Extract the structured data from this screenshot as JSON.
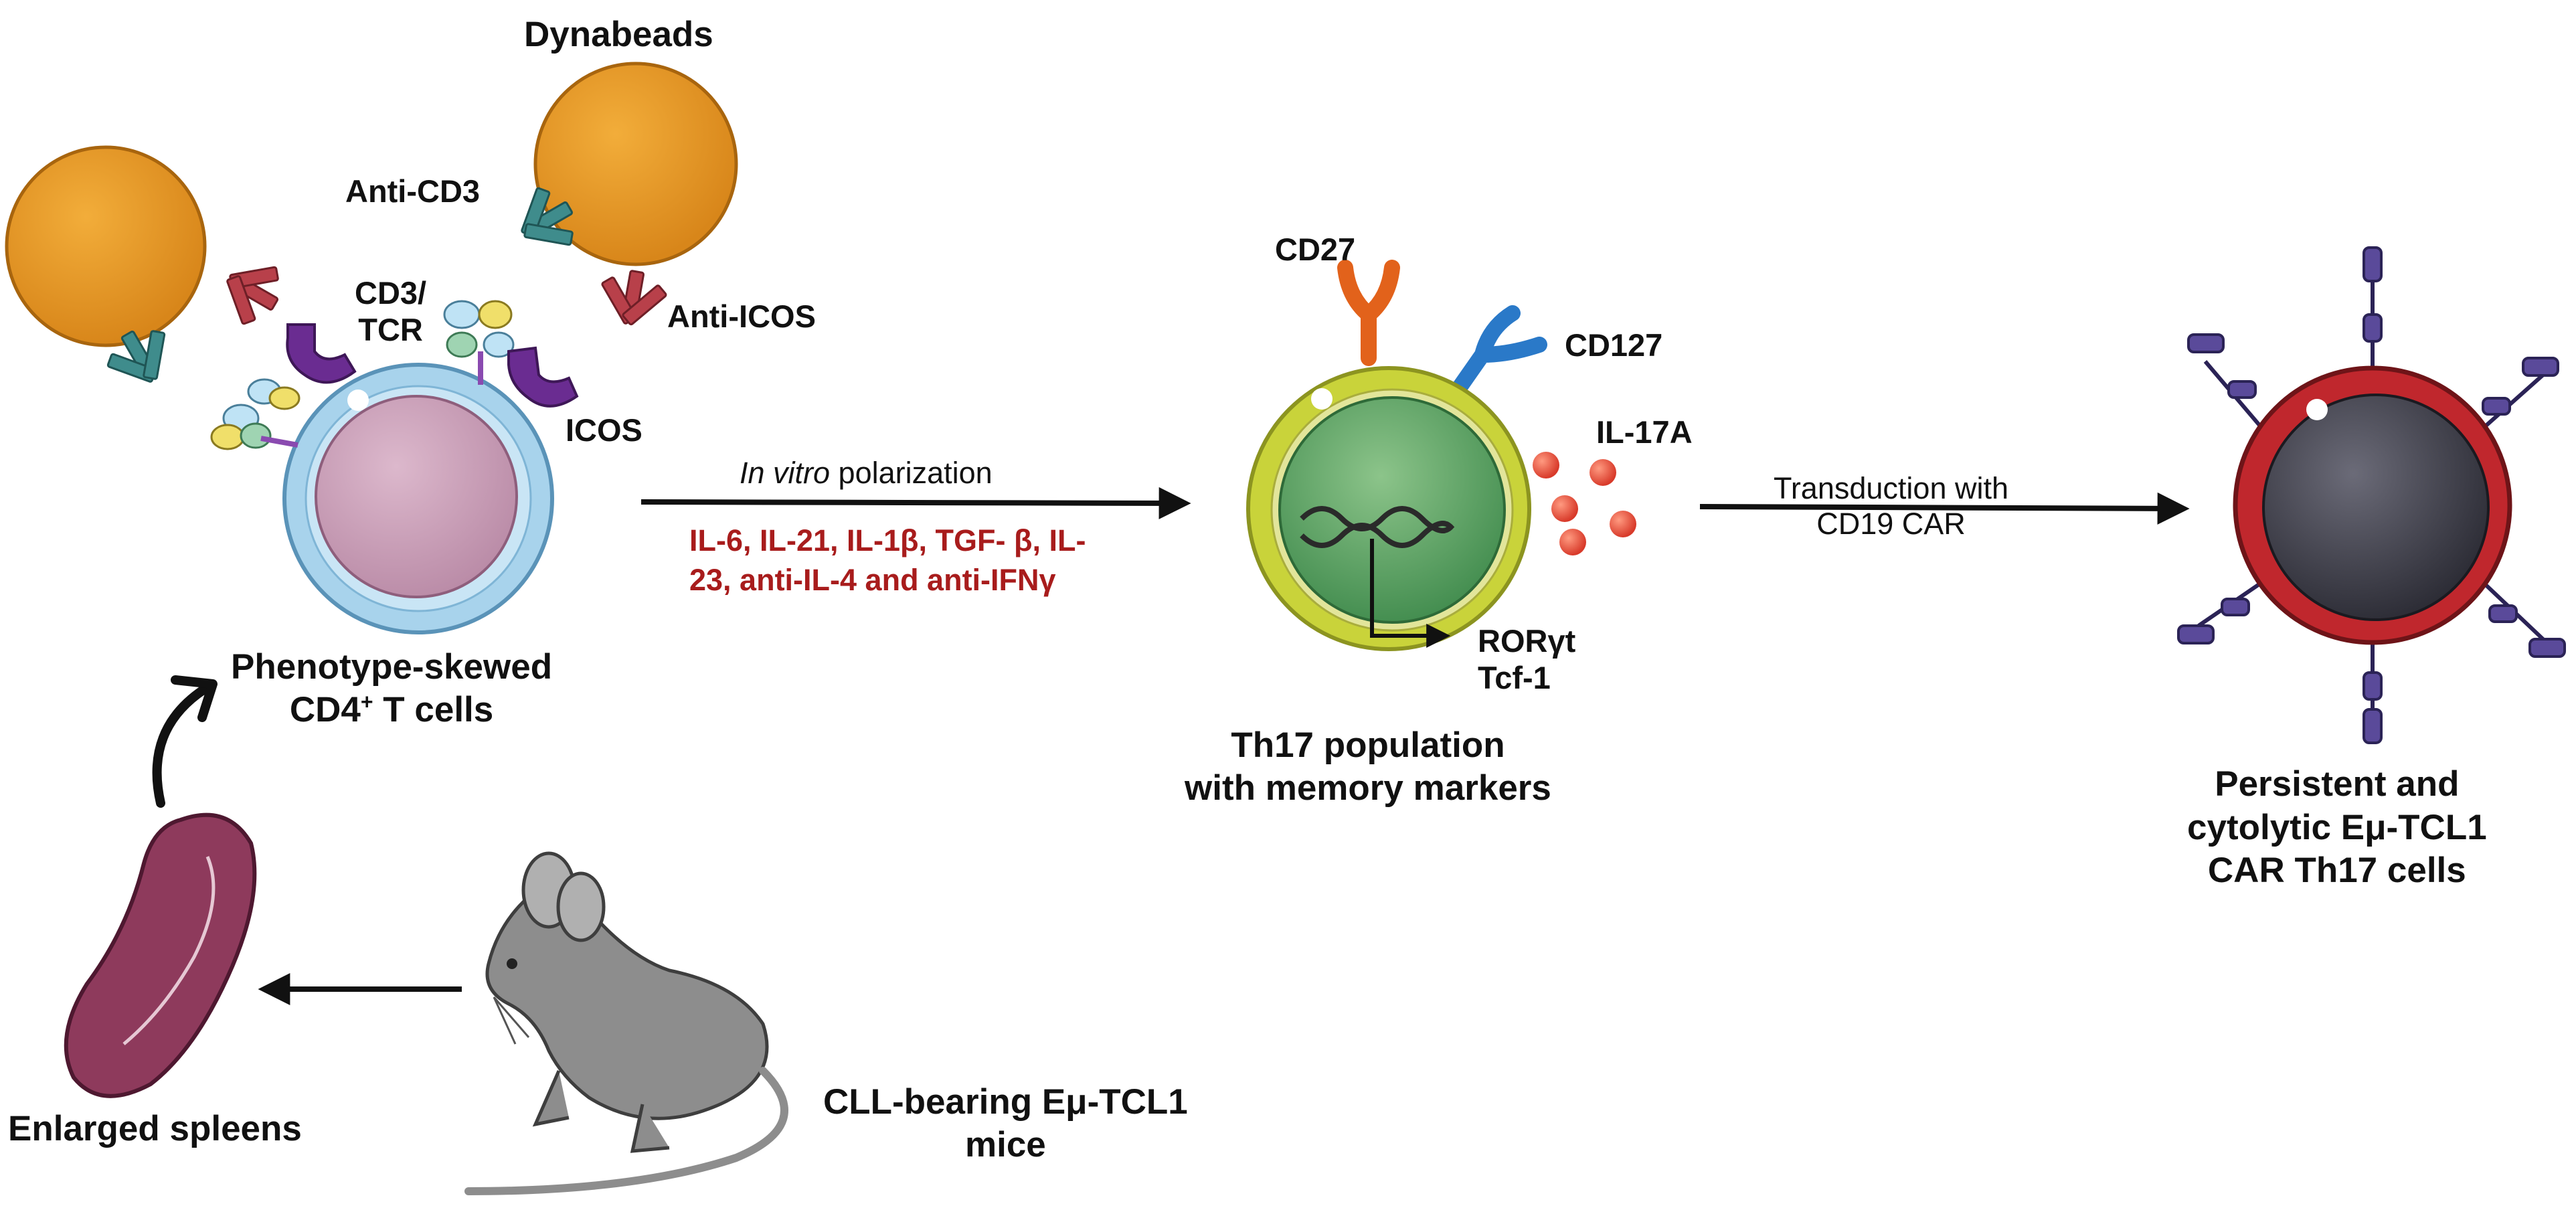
{
  "labels": {
    "dynabeads": "Dynabeads",
    "anti_cd3": "Anti-CD3",
    "cd3_tcr_line1": "CD3/",
    "cd3_tcr_line2": "TCR",
    "anti_icos": "Anti-ICOS",
    "icos": "ICOS",
    "phenotype_line1": "Phenotype-skewed",
    "phenotype_line2_pre": "CD4",
    "phenotype_line2_sup": "+",
    "phenotype_line2_post": " T cells",
    "enlarged_spleens": "Enlarged spleens",
    "cll_mice_line1": "CLL-bearing Eμ-TCL1",
    "cll_mice_line2": "mice",
    "in_vitro": "In vitro",
    "polarization": " polarization",
    "cytokines_line1": "IL-6, IL-21, IL-1β, TGF- β, IL-",
    "cytokines_line2": "23, anti-IL-4 and anti-IFNγ",
    "cd27": "CD27",
    "cd127": "CD127",
    "il17a": "IL-17A",
    "rorgt": "RORγt",
    "tcf1": "Tcf-1",
    "th17_line1": "Th17 population",
    "th17_line2": "with memory markers",
    "transduction_line1": "Transduction with",
    "transduction_line2": "CD19 CAR",
    "car_line1": "Persistent and",
    "car_line2": "cytolytic Eμ-TCL1",
    "car_line3": "CAR Th17 cells"
  },
  "colors": {
    "bead": "#e3951f",
    "bead_dark": "#b86f10",
    "antibody_teal": "#3f8c8c",
    "antibody_red": "#b8404a",
    "receptor_purple": "#6a2c91",
    "cell_blue": "#9fcbe6",
    "cell_pink": "#c8a0b8",
    "th17_outer": "#c9d33a",
    "th17_inner": "#6aab6a",
    "cd27_orange": "#e2621b",
    "cd127_blue": "#2a79c8",
    "il17_red": "#e5493b",
    "car_red": "#c0272d",
    "car_dark": "#43434e",
    "car_receptor": "#5a4a9a",
    "spleen": "#8e3a5c",
    "mouse": "#8d8d8d",
    "text_red": "#a81c1c"
  },
  "icons": [
    "dynabead-icon",
    "antibody-icon",
    "tcr-complex-icon",
    "icos-receptor-icon",
    "cd4-t-cell-icon",
    "th17-cell-icon",
    "dna-icon",
    "cytokine-icon",
    "car-t-cell-icon",
    "car-receptor-icon",
    "spleen-icon",
    "mouse-icon",
    "arrow-icon"
  ]
}
